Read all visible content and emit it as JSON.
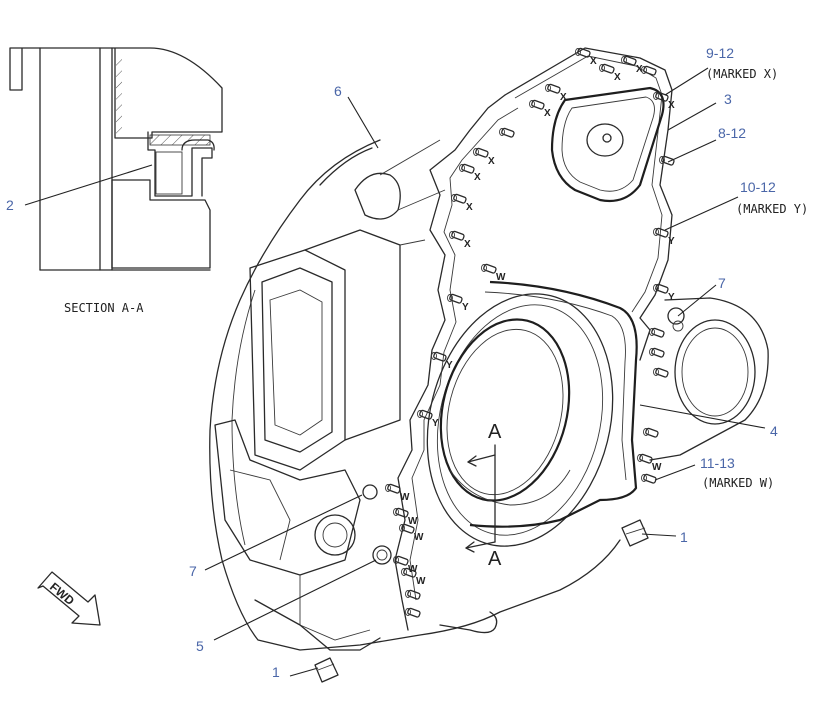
{
  "colors": {
    "callout": "#4a66a8",
    "line": "#2a2a2a",
    "background": "#ffffff"
  },
  "section_label": "SECTION A-A",
  "section_letters": {
    "top": "A",
    "bottom": "A"
  },
  "fwd_label": "FWD",
  "callouts": {
    "c_2": "2",
    "c_6": "6",
    "c_9_12": "9-12",
    "c_3": "3",
    "c_8_12": "8-12",
    "c_10_12": "10-12",
    "c_7_right": "7",
    "c_4": "4",
    "c_11_13": "11-13",
    "c_1_right": "1",
    "c_7_left": "7",
    "c_5": "5",
    "c_1_bottom": "1"
  },
  "notes": {
    "marked_x": "(MARKED X)",
    "marked_y": "(MARKED Y)",
    "marked_w": "(MARKED W)"
  },
  "bolt_marks": {
    "x": "X",
    "y": "Y",
    "w": "W"
  }
}
